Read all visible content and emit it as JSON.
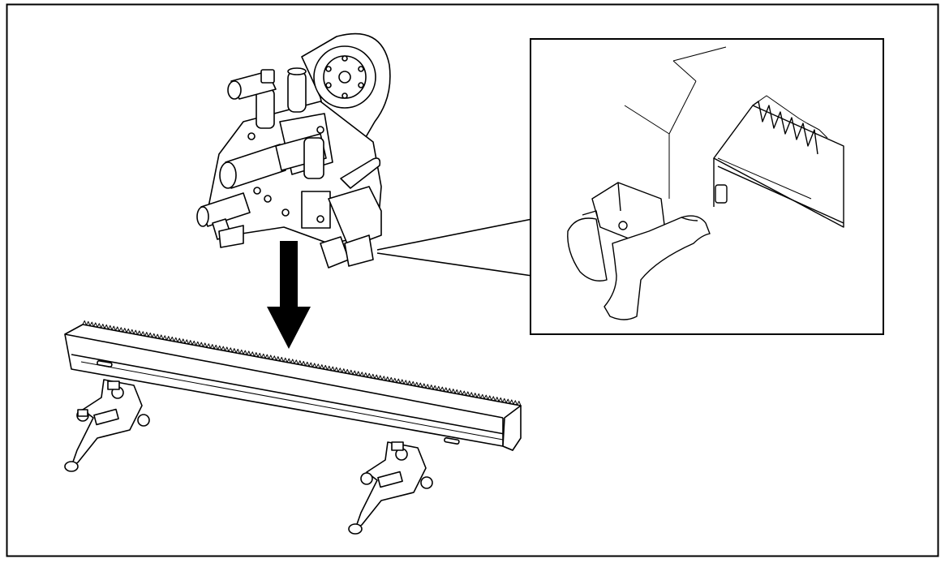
{
  "figure": {
    "frame_color": "#000000",
    "background": "#ffffff",
    "components": [
      {
        "name": "carriage-unit",
        "icon": "machine-carriage-icon"
      },
      {
        "name": "mounting-direction",
        "icon": "arrow-down-icon"
      },
      {
        "name": "guide-rail",
        "icon": "toothed-rail-icon",
        "tooth_count": 120
      },
      {
        "name": "rail-support-stand-left",
        "icon": "support-stand-icon"
      },
      {
        "name": "rail-support-stand-right",
        "icon": "support-stand-icon"
      },
      {
        "name": "detail-inset",
        "icon": "clamp-lever-detail-icon"
      }
    ]
  }
}
